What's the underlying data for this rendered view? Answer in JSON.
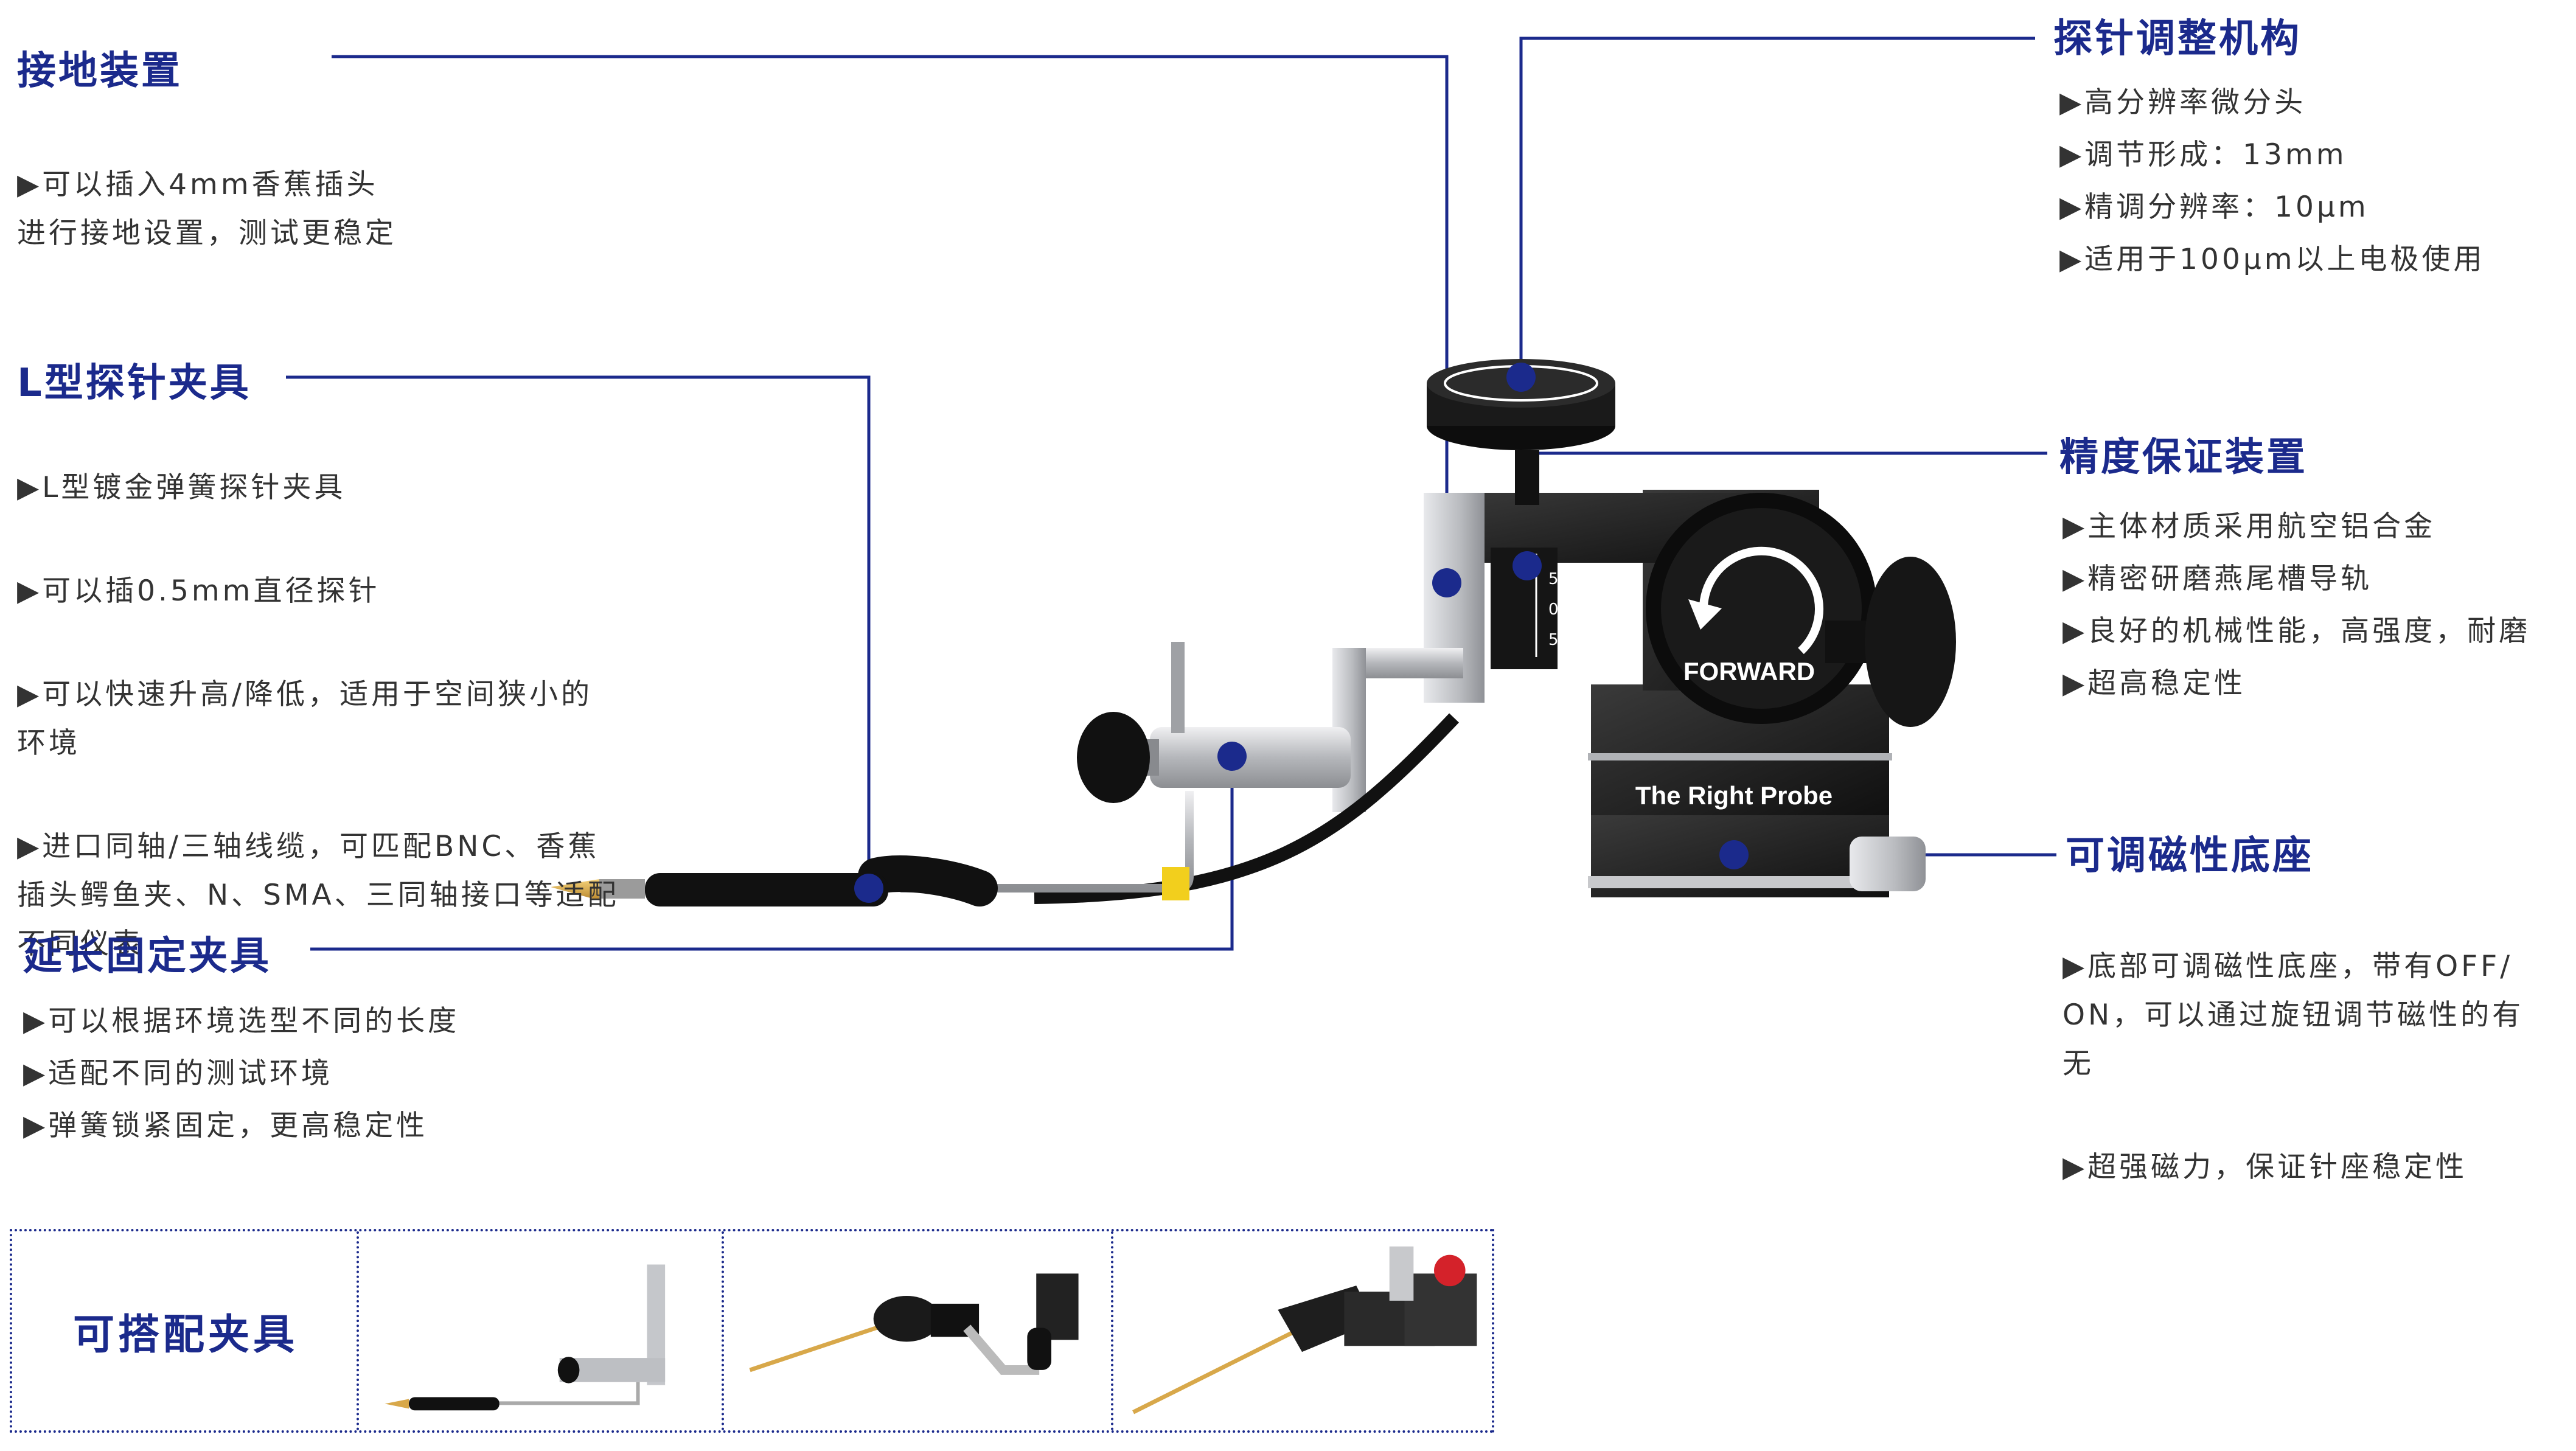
{
  "callouts": {
    "grounding": {
      "title": "接地装置",
      "items": [
        "▶可以插入4mm香蕉插头\n进行接地设置，测试更稳定"
      ]
    },
    "l_clamp": {
      "title": "L型探针夹具",
      "items": [
        "▶L型镀金弹簧探针夹具",
        "▶可以插0.5mm直径探针",
        "▶可以快速升高/降低，适用于空间狭小的\n环境",
        "▶进口同轴/三轴线缆，可匹配BNC、香蕉\n插头鳄鱼夹、N、SMA、三同轴接口等适配\n不同仪表"
      ]
    },
    "extension": {
      "title": "延长固定夹具",
      "items": [
        "▶可以根据环境选型不同的长度",
        "▶适配不同的测试环境",
        "▶弹簧锁紧固定，更高稳定性"
      ]
    },
    "adjust": {
      "title": "探针调整机构",
      "items": [
        "▶高分辨率微分头",
        "▶调节形成：13mm",
        "▶精调分辨率：10μm",
        "▶适用于100μm以上电极使用"
      ]
    },
    "precision": {
      "title": "精度保证装置",
      "items": [
        "▶主体材质采用航空铝合金",
        "▶精密研磨燕尾槽导轨",
        "▶良好的机械性能，高强度，耐磨",
        "▶超高稳定性"
      ]
    },
    "magnetic": {
      "title": "可调磁性底座",
      "items": [
        "▶底部可调磁性底座，带有OFF/\nON，可以通过旋钮调节磁性的有\n无",
        "▶超强磁力，保证针座稳定性"
      ]
    }
  },
  "device": {
    "forward_label": "FORWARD",
    "brand_label": "The Right Probe",
    "scale_labels": [
      "5",
      "0",
      "5"
    ]
  },
  "accessories": {
    "title": "可搭配夹具"
  },
  "colors": {
    "accent": "#1b2a8c",
    "metal_dark": "#1c1c1c",
    "metal_silver": "#c8c9cc",
    "gold": "#d8a84a",
    "yellow": "#f2cf1d"
  }
}
